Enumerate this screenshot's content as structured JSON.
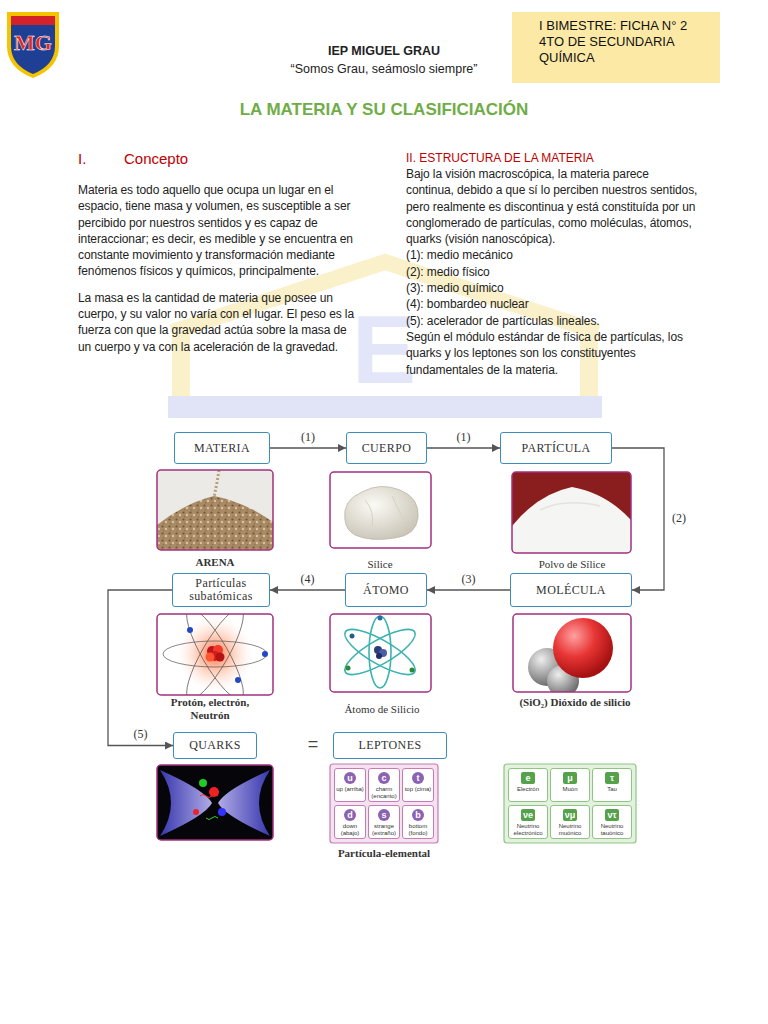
{
  "diagram": {
    "title": "LA MATERIA Y SU CLASIFICIACIÓN",
    "nodes": [
      {
        "text": [
          "I BIMESTRE: FICHA N° 2",
          "4TO DE SECUNDARIA",
          "QUÍMICA"
        ]
      },
      {
        "text": [
          "MATERIA"
        ]
      },
      {
        "text": [
          "CUERPO"
        ]
      },
      {
        "text": [
          "PARTÍCULA"
        ]
      },
      {
        "text": [
          "Partículas subatómicas"
        ]
      },
      {
        "text": [
          "ÁTOMO"
        ]
      },
      {
        "text": [
          "MOLÉCULA"
        ]
      },
      {
        "text": [
          "QUARKS"
        ]
      },
      {
        "text": [
          "LEPTONES"
        ]
      },
      {
        "text": [
          "u",
          "up (arriba)"
        ]
      },
      {
        "text": [
          "c",
          "charm (encanto)"
        ]
      },
      {
        "text": [
          "t",
          "top (cima)"
        ]
      },
      {
        "text": [
          "d",
          "down (abajo)"
        ]
      },
      {
        "text": [
          "s",
          "strange (extraño)"
        ]
      },
      {
        "text": [
          "b",
          "bottom (fondo)"
        ]
      },
      {
        "text": [
          "e",
          "Electrón"
        ]
      },
      {
        "text": [
          "μ",
          "Muón"
        ]
      },
      {
        "text": [
          "τ",
          "Tau"
        ]
      },
      {
        "text": [
          "νe",
          "Neutrino electrónico"
        ]
      },
      {
        "text": [
          "νμ",
          "Neutrino muónico"
        ]
      },
      {
        "text": [
          "ντ",
          "Neutrino tauónico"
        ]
      }
    ],
    "edges": [
      {
        "from": 1,
        "to": 2,
        "label": "(1)",
        "arrow": "to"
      },
      {
        "from": 2,
        "to": 3,
        "label": "(1)",
        "arrow": "to"
      },
      {
        "from": 3,
        "to": 6,
        "label": "(2)",
        "arrow": "to"
      },
      {
        "from": 6,
        "to": 5,
        "label": "(3)",
        "arrow": "to"
      },
      {
        "from": 5,
        "to": 4,
        "label": "(4)",
        "arrow": "to"
      },
      {
        "from": 4,
        "to": 7,
        "label": "(5)",
        "arrow": "to"
      }
    ],
    "labels": [
      "MG",
      "IEP MIGUEL GRAU",
      "“Somos Grau, seámoslo siempre”",
      "I.",
      "Concepto",
      "Materia es todo aquello que ocupa un lugar en el espacio, tiene masa y volumen, es susceptible a ser percibido por nuestros sentidos y es capaz de interaccionar; es decir, es medible y se encuentra en constante movimiento y transformación mediante fenómenos físicos y químicos, principalmente.",
      "La masa es la cantidad de materia que posee un cuerpo, y su valor no varía con el lugar. El peso es la fuerza con que la gravedad actúa sobre la masa de un cuerpo y va con la aceleración de la gravedad.",
      "II. ESTRUCTURA DE LA MATERIA",
      "Bajo la visión macroscópica, la materia parece continua, debido a que sí lo perciben nuestros sentidos, pero realmente es discontinua y está constituída por un conglomerado de partículas, como moléculas, átomos, quarks (visión nanoscópica).",
      "(1): medio mecánico",
      "(2): medio físico",
      "(3): medio químico",
      "(4): bombardeo nuclear",
      "(5): acelerador de partículas lineales.",
      "Según el módulo estándar de física de partículas, los quarks y los leptones son los constituyentes fundamentales de la materia.",
      "E",
      "ARENA",
      "Sílice",
      "Polvo de Sílice",
      "Protón, electrón, Neutrón",
      "Átomo de Silicio",
      "(SiO₂) Dióxido de silicio",
      "=",
      "Partícula-elemental"
    ]
  }
}
